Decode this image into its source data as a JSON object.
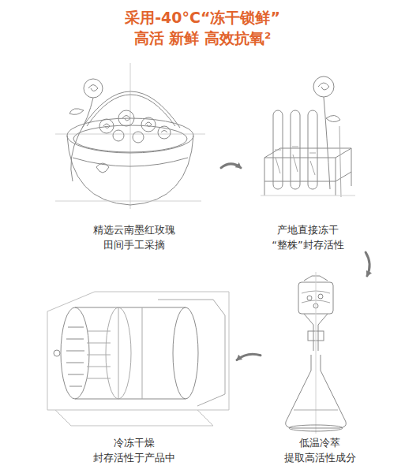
{
  "diagram": {
    "title": "采用-40°C“冻干锁鲜”",
    "nodes": [
      {
        "text": [
          "精选云南墨红玫瑰 田间手工采摘"
        ]
      },
      {
        "text": [
          "产地直接冻干 “整株”封存活性"
        ]
      },
      {
        "text": [
          "低温冷萃 提取高活性成分"
        ]
      },
      {
        "text": [
          "冷冻干燥 封存活性于产品中"
        ]
      }
    ],
    "edges": [
      {
        "from": 0,
        "to": 1,
        "arrow": "to"
      },
      {
        "from": 1,
        "to": 2,
        "arrow": "to"
      },
      {
        "from": 2,
        "to": 3,
        "arrow": "to"
      }
    ],
    "labels": [
      "高活 新鲜 高效抗氧²"
    ]
  }
}
